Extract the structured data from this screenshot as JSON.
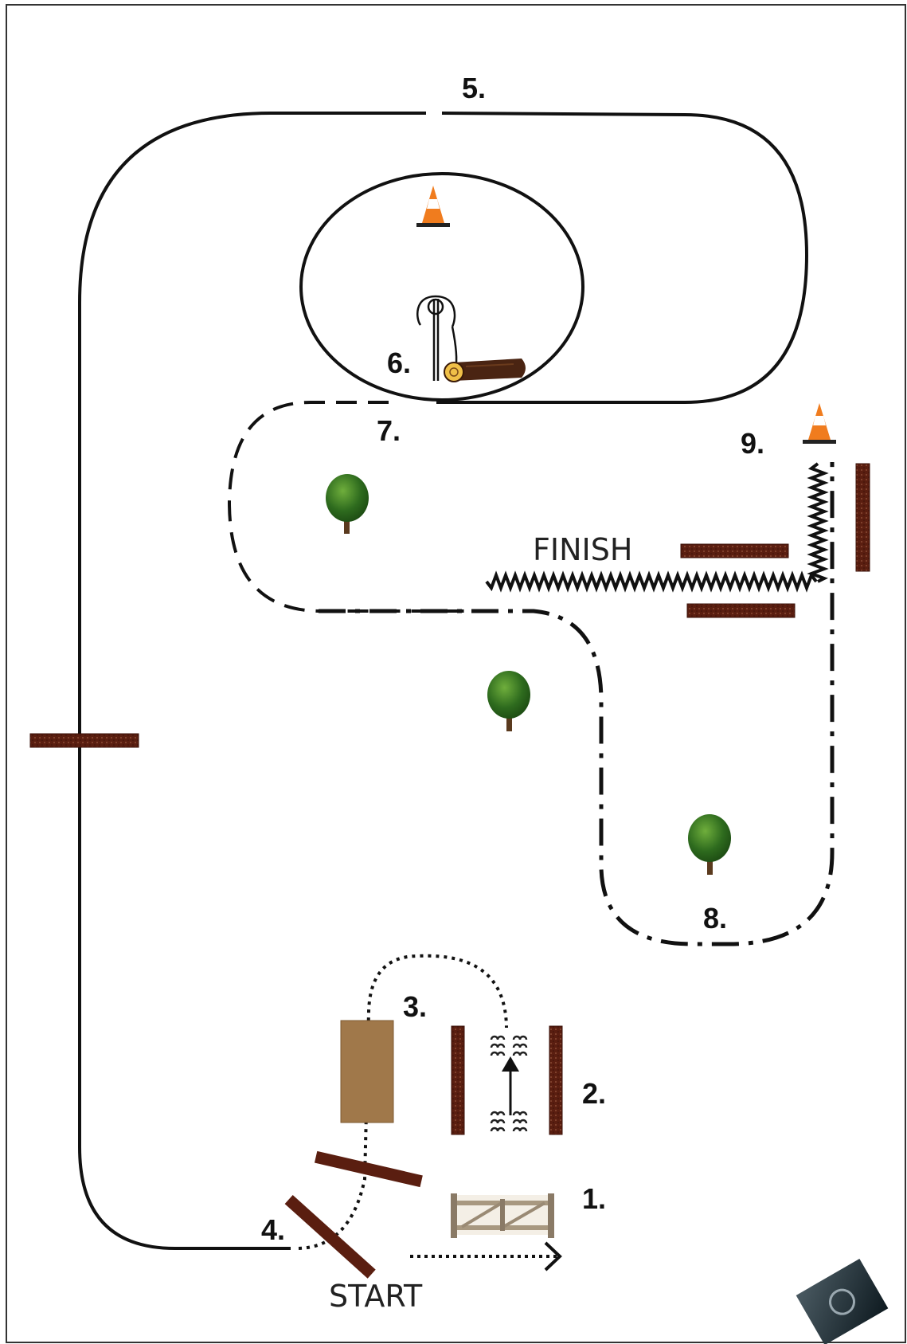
{
  "course": {
    "start_label": "START",
    "finish_label": "FINISH",
    "obstacles": [
      {
        "number": "1.",
        "type": "gate"
      },
      {
        "number": "2.",
        "type": "walk-through poles with hoof markers"
      },
      {
        "number": "3.",
        "type": "bridge"
      },
      {
        "number": "4.",
        "type": "angled poles"
      },
      {
        "number": "5.",
        "type": "large loop"
      },
      {
        "number": "6.",
        "type": "drag log around cone"
      },
      {
        "number": "7.",
        "type": "serpentine around tree"
      },
      {
        "number": "8.",
        "type": "loop around tree"
      },
      {
        "number": "9.",
        "type": "side pass to finish"
      }
    ]
  },
  "colors": {
    "pole": "#5a1e10",
    "bridge": "#a0784a",
    "cone": "#f07c1e",
    "tree": "#2e6b1e",
    "path": "#111111",
    "frame": "#333333"
  },
  "icons": {
    "cone": "traffic-cone-icon",
    "tree": "tree-icon",
    "log": "log-icon",
    "lasso": "rope-stand-icon",
    "gate": "wooden-gate-icon",
    "logo": "watermark-logo-icon"
  }
}
